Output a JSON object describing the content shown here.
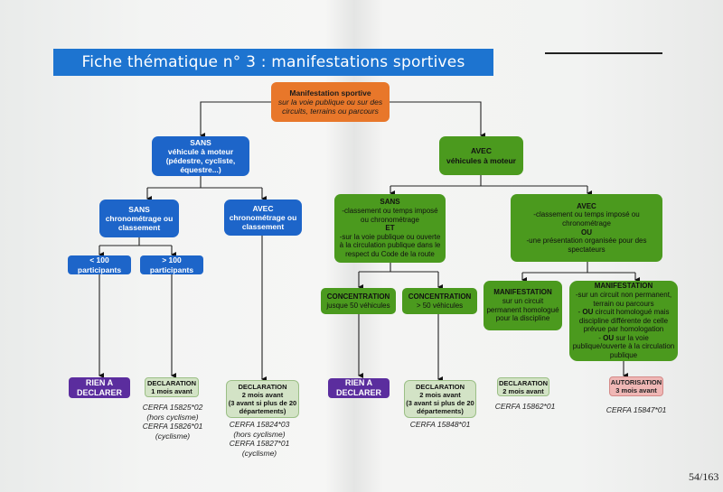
{
  "title": "Fiche thématique n° 3 : manifestations sportives",
  "page_number": "54/163",
  "colors": {
    "title_bar": "#1d74d0",
    "root": "#e8772a",
    "sans_moteur_branch": "#1d65c9",
    "avec_moteur_branch": "#4b9a1e",
    "rien_a_declarer": "#5b2d9e",
    "declaration": "#d3e3c6",
    "autorisation": "#efb7b5"
  },
  "root": {
    "title": "Manifestation sportive",
    "subtitle": "sur la voie publique ou sur des circuits, terrains ou parcours"
  },
  "sans_moteur": {
    "title": "SANS",
    "line1": "véhicule à moteur",
    "line2": "(pédestre, cycliste, équestre...)",
    "sans_chrono": {
      "title": "SANS",
      "text": "chronométrage ou classement",
      "lt100": {
        "line1": "< 100",
        "line2": "participants"
      },
      "gt100": {
        "line1": "> 100",
        "line2": "participants"
      }
    },
    "avec_chrono": {
      "title": "AVEC",
      "text": "chronométrage ou classement"
    }
  },
  "avec_moteur": {
    "title": "AVEC",
    "text": "véhicules à moteur",
    "sans": {
      "title": "SANS",
      "line1": "-classement ou temps imposé ou chronométrage",
      "conj": "ET",
      "line2": "-sur la voie publique ou ouverte à la circulation publique dans le respect du Code de la route",
      "conc1": {
        "title": "CONCENTRATION",
        "text": "jusque 50 véhicules"
      },
      "conc2": {
        "title": "CONCENTRATION",
        "text": "> 50 véhicules"
      }
    },
    "avec": {
      "title": "AVEC",
      "line1": "-classement ou temps imposé ou chronométrage",
      "conj": "OU",
      "line2": "-une présentation organisée pour des spectateurs",
      "manif1": {
        "title": "MANIFESTATION",
        "text": "sur un circuit permanent homologué pour la discipline"
      },
      "manif2": {
        "title": "MANIFESTATION",
        "line1": "-sur un circuit non permanent, terrain ou parcours",
        "ou1": "OU",
        "line2": "circuit homologué mais discipline différente de celle prévue par homologation",
        "ou2": "OU",
        "line3": "sur la voie publique/ouverte à la circulation publique"
      }
    }
  },
  "outcomes": [
    {
      "id": "rien1",
      "title": "RIEN A",
      "line2": "DECLARER"
    },
    {
      "id": "decl1",
      "title": "DECLARATION",
      "line2": "1 mois avant",
      "cerfa": [
        "CERFA 15825*02",
        "(hors cyclisme)",
        "CERFA 15826*01",
        "(cyclisme)"
      ]
    },
    {
      "id": "decl2",
      "title": "DECLARATION",
      "line2": "2 mois avant",
      "line3": "(3 avant si plus de 20 départements)",
      "cerfa": [
        "CERFA 15824*03",
        "(hors cyclisme)",
        "CERFA 15827*01",
        "(cyclisme)"
      ]
    },
    {
      "id": "rien2",
      "title": "RIEN A",
      "line2": "DECLARER"
    },
    {
      "id": "decl3",
      "title": "DECLARATION",
      "line2": "2 mois avant",
      "line3": "(3 avant si plus de 20 départements)",
      "cerfa": [
        "CERFA 15848*01"
      ]
    },
    {
      "id": "decl4",
      "title": "DECLARATION",
      "line2": "2 mois avant",
      "cerfa": [
        "CERFA 15862*01"
      ]
    },
    {
      "id": "auto1",
      "title": "AUTORISATION",
      "line2": "3 mois avant",
      "cerfa": [
        "CERFA 15847*01"
      ]
    }
  ]
}
